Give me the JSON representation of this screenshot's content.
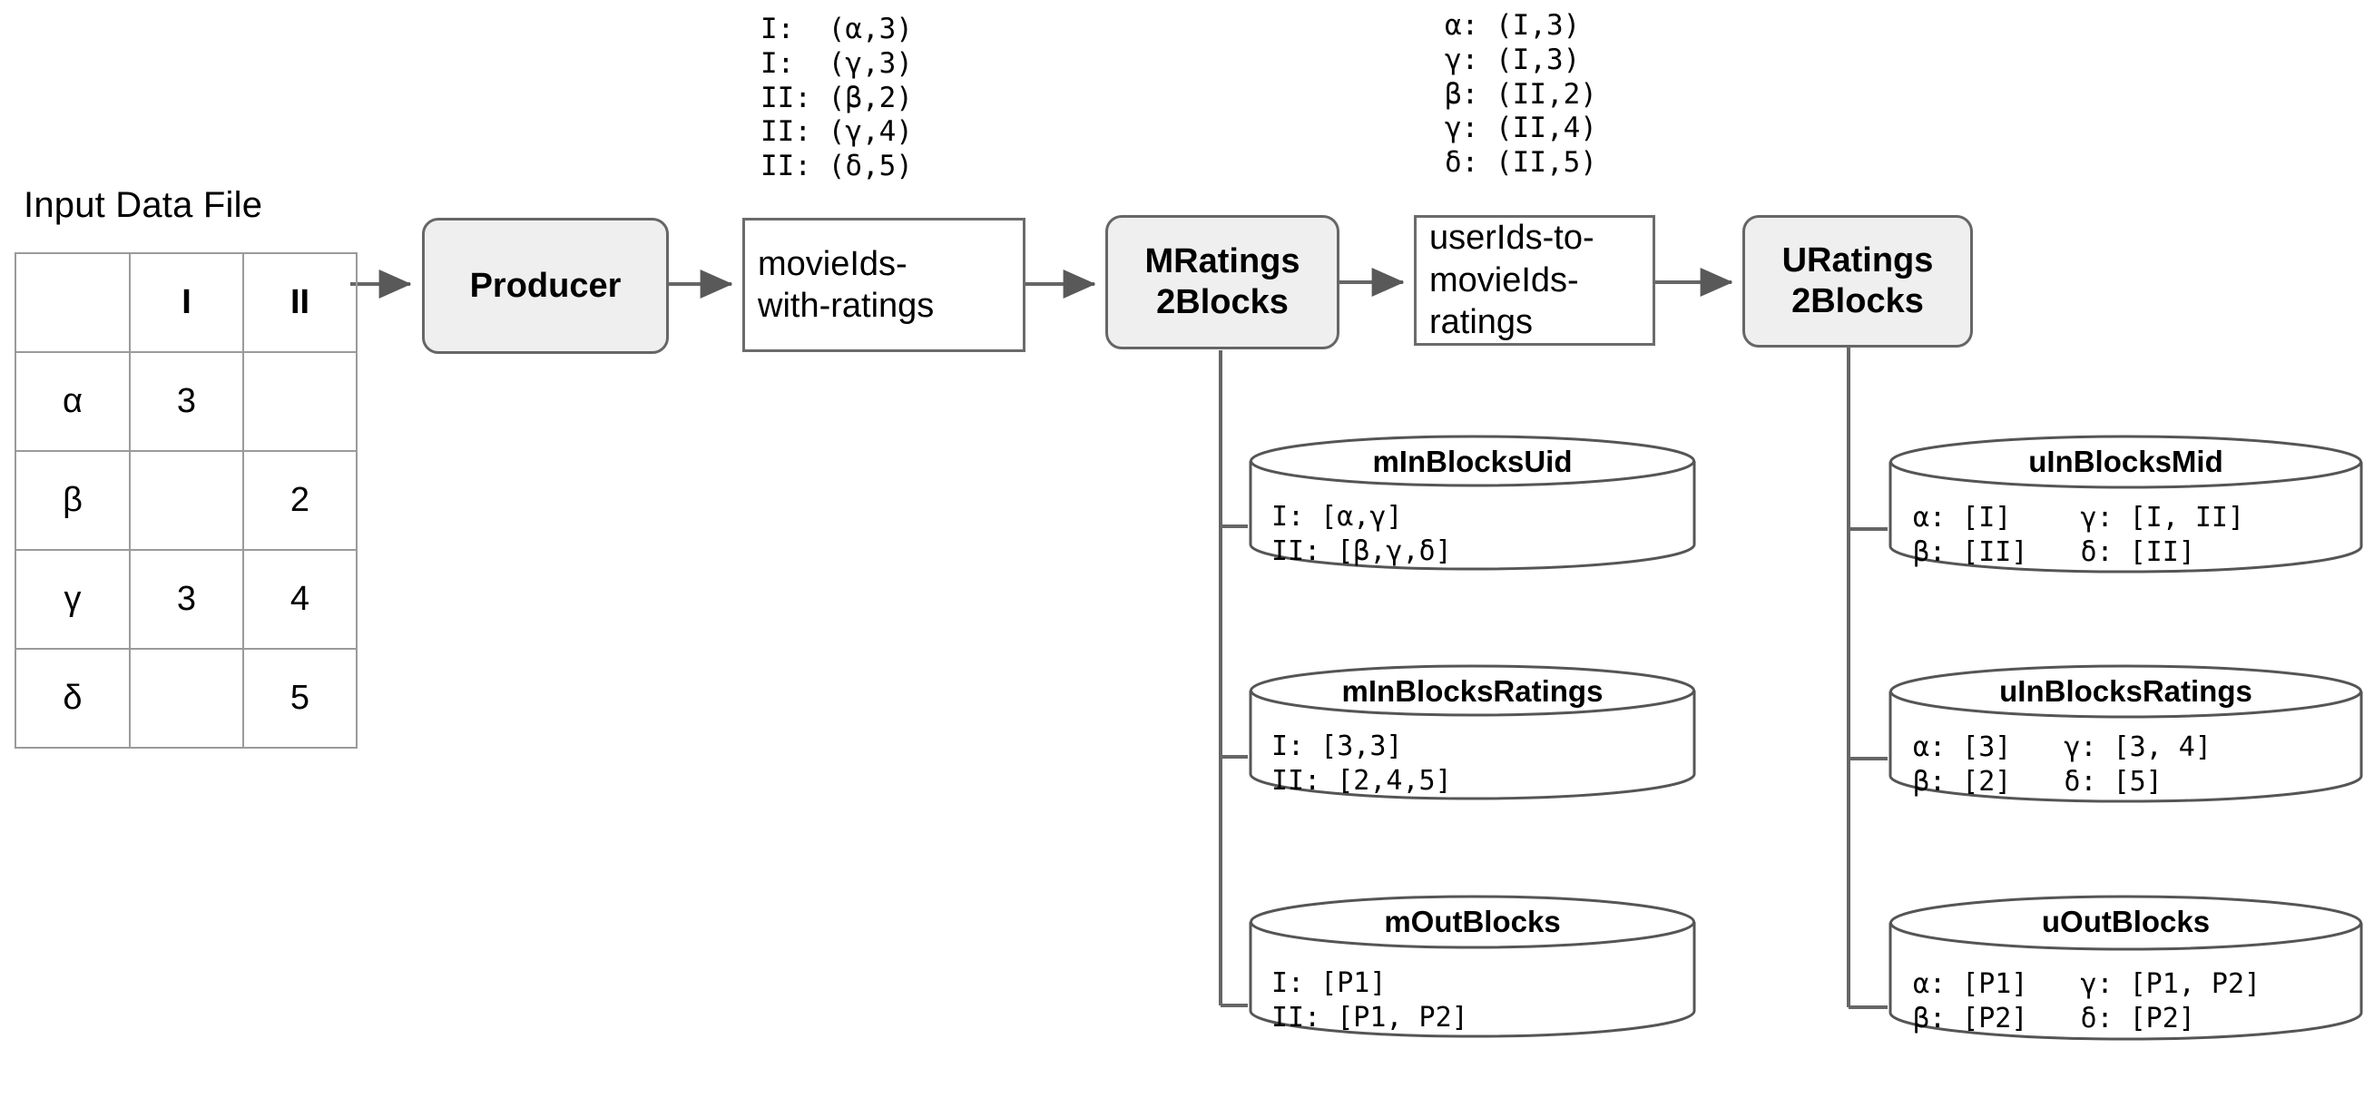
{
  "input_data_file": {
    "title": "Input Data File",
    "table": {
      "header": [
        "",
        "I",
        "II"
      ],
      "rows": [
        [
          "α",
          "3",
          ""
        ],
        [
          "β",
          "",
          "2"
        ],
        [
          "γ",
          "3",
          "4"
        ],
        [
          "δ",
          "",
          "5"
        ]
      ]
    }
  },
  "pipeline": {
    "producer": "Producer",
    "movieids_with_ratings": "movieIds-\nwith-ratings",
    "mratings2blocks": "MRatings\n2Blocks",
    "userids_to_movieids_ratings": "userIds-to-\nmovieIds-\nratings",
    "uratings2blocks": "URatings\n2Blocks"
  },
  "annotations": {
    "mapper_output": "I:  (α,3)\nI:  (γ,3)\nII: (β,2)\nII: (γ,4)\nII: (δ,5)",
    "reducer_output": "α: (I,3)\nγ: (I,3)\nβ: (II,2)\nγ: (II,4)\nδ: (II,5)"
  },
  "m_stores": [
    {
      "name": "mInBlocksUid",
      "lines": "I: [α,γ]\nII: [β,γ,δ]"
    },
    {
      "name": "mInBlocksRatings",
      "lines": "I: [3,3]\nII: [2,4,5]"
    },
    {
      "name": "mOutBlocks",
      "lines": "I: [P1]\nII: [P1, P2]"
    }
  ],
  "u_stores": [
    {
      "name": "uInBlocksMid",
      "col1": "α: [I]\nβ: [II]",
      "col2": "γ: [I, II]\nδ: [II]"
    },
    {
      "name": "uInBlocksRatings",
      "col1": "α: [3]\nβ: [2]",
      "col2": "γ: [3, 4]\nδ: [5]"
    },
    {
      "name": "uOutBlocks",
      "col1": "α: [P1]\nβ: [P2]",
      "col2": "γ: [P1, P2]\nδ: [P2]"
    }
  ],
  "colors": {
    "process_fill": "#efefef",
    "stroke": "#666666",
    "table_border": "#9a9a9a",
    "text": "#000000",
    "canvas": "#ffffff"
  }
}
